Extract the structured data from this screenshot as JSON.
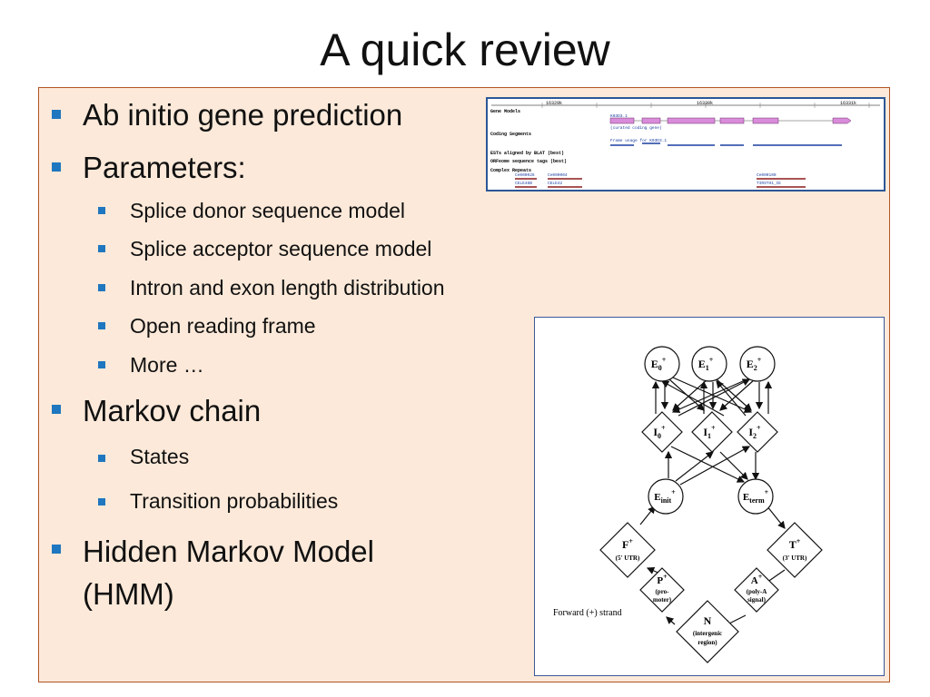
{
  "slide": {
    "title": "A quick review",
    "bullets": [
      {
        "text": "Ab initio gene prediction"
      },
      {
        "text": "Parameters:"
      },
      {
        "text": "Splice donor sequence model"
      },
      {
        "text": "Splice acceptor sequence model"
      },
      {
        "text": "Intron and exon length distribution"
      },
      {
        "text": "Open reading frame"
      },
      {
        "text": "More …"
      },
      {
        "text": "Markov chain"
      },
      {
        "text": "States"
      },
      {
        "text": "Transition probabilities"
      },
      {
        "text": "Hidden Markov Model"
      },
      {
        "text": "(HMM)"
      }
    ]
  },
  "browser": {
    "ruler": [
      "16329k",
      "16330k",
      "16331k"
    ],
    "tracks": [
      "Gene Models",
      "Coding Segments",
      "ESTs aligned by BLAT (best)",
      "ORFeome sequence tags (best)",
      "Complex Repeats"
    ],
    "gene_name": "K03D3.1",
    "gene_note": "(curated coding gene)",
    "frame_note": "Frame usage for K03D3.1",
    "repeats": [
      "Ce000026",
      "Ce000004",
      "Ce000100"
    ],
    "repeat_labels": [
      "CELE46B",
      "CELE42",
      "TIRSTH1_CE"
    ]
  },
  "hmm": {
    "nodes": {
      "E0": "E",
      "E0_sub": "0",
      "E1": "E",
      "E1_sub": "1",
      "E2": "E",
      "E2_sub": "2",
      "I0": "I",
      "I0_sub": "0",
      "I1": "I",
      "I1_sub": "1",
      "I2": "I",
      "I2_sub": "2",
      "Einit": "E",
      "Einit_sub": "init",
      "Eterm": "E",
      "Eterm_sub": "term",
      "F": "F",
      "F_desc": "(5' UTR)",
      "T": "T",
      "T_desc": "(3' UTR)",
      "P": "P",
      "P_desc1": "(pro-",
      "P_desc2": "moter)",
      "A": "A",
      "A_desc1": "(poly-A",
      "A_desc2": "signal)",
      "N": "N",
      "N_desc1": "(intergenic",
      "N_desc2": "region)",
      "plus": "+"
    },
    "caption": "Forward (+) strand"
  },
  "colors": {
    "panel_bg": "#fce9d9",
    "panel_border": "#b25422",
    "bullet": "#1f77bf",
    "exon": "#d98cd9",
    "track_blue": "#1a3fa0",
    "repeat_red": "#8b1a1a"
  }
}
